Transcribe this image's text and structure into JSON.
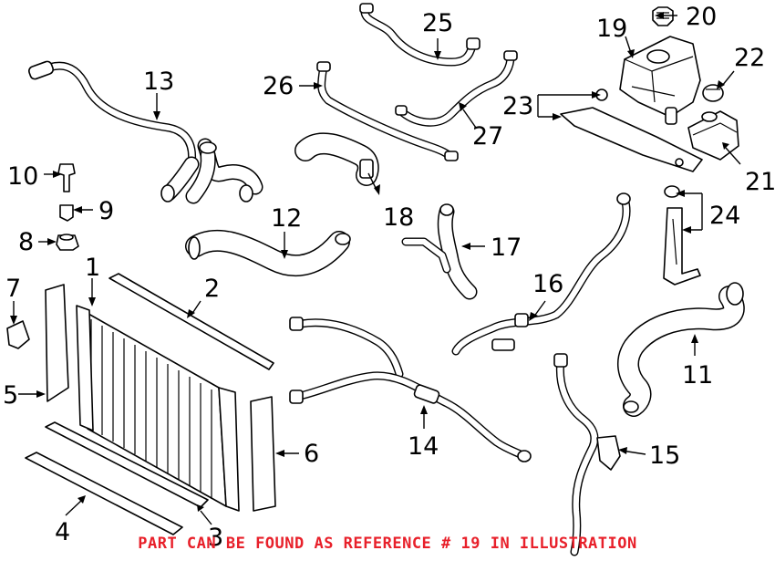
{
  "notice": {
    "text": "PART CAN BE FOUND AS REFERENCE # 19 IN ILLUSTRATION",
    "color": "#e8202a"
  },
  "callouts": {
    "c1": "1",
    "c2": "2",
    "c3": "3",
    "c4": "4",
    "c5": "5",
    "c6": "6",
    "c7": "7",
    "c8": "8",
    "c9": "9",
    "c10": "10",
    "c11": "11",
    "c12": "12",
    "c13": "13",
    "c14": "14",
    "c15": "15",
    "c16": "16",
    "c17": "17",
    "c18": "18",
    "c19": "19",
    "c20": "20",
    "c21": "21",
    "c22": "22",
    "c23": "23",
    "c24": "24",
    "c25": "25",
    "c26": "26",
    "c27": "27"
  },
  "colors": {
    "line": "#000000",
    "background": "#ffffff",
    "notice": "#e8202a"
  }
}
